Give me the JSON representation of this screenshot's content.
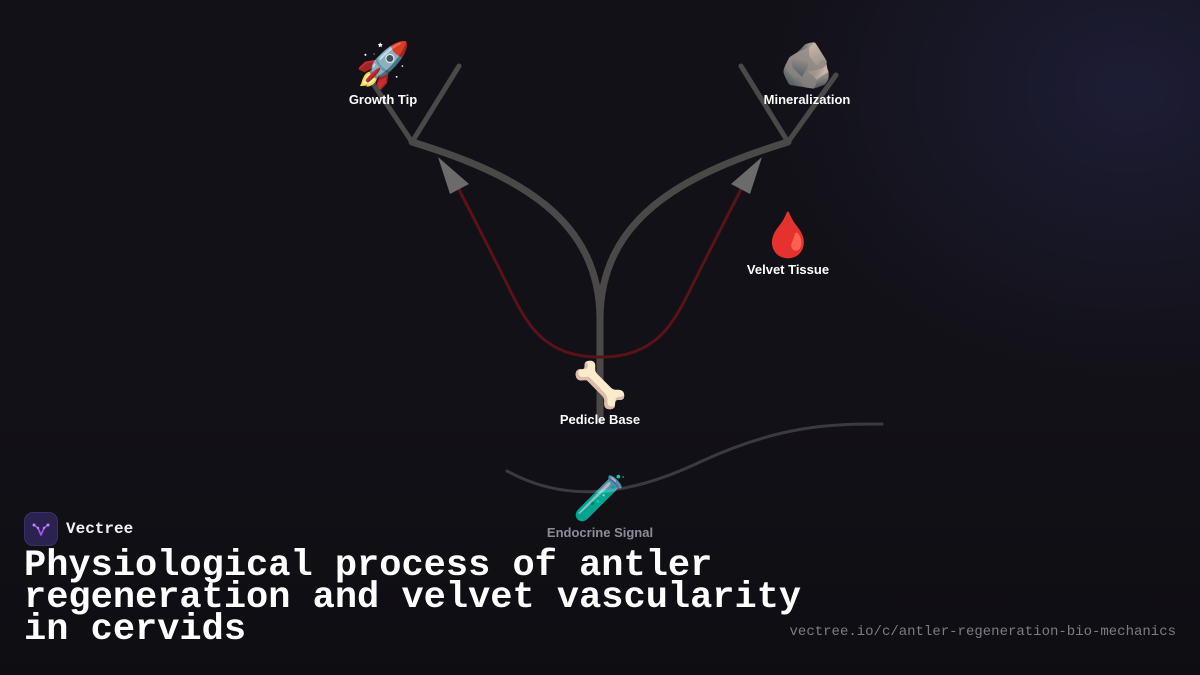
{
  "colors": {
    "background": "#121117",
    "trunk": "#4a4948",
    "vessel": "#5a1218",
    "arrow": "#6b6b6b",
    "signal": "#3b3a3f",
    "label": "#ffffff",
    "label_dim": "#8e8c96",
    "logo_bg": "#2a2350",
    "logo_mark": "#a855f7"
  },
  "nodes": {
    "growth_tip": {
      "label": "Growth Tip",
      "icon": "rocket-icon",
      "glyph": "🚀"
    },
    "mineralization": {
      "label": "Mineralization",
      "icon": "rock-icon",
      "glyph": "🪨"
    },
    "velvet_tissue": {
      "label": "Velvet Tissue",
      "icon": "blood-drop-icon",
      "glyph": "🩸"
    },
    "pedicle_base": {
      "label": "Pedicle Base",
      "icon": "bone-icon",
      "glyph": "🦴"
    },
    "endocrine_signal": {
      "label": "Endocrine Signal",
      "icon": "test-tube-icon",
      "glyph": "🧪"
    }
  },
  "brand": {
    "name": "Vectree",
    "logo_icon": "vectree-logo-icon"
  },
  "title": "Physiological process of antler regeneration and velvet vascularity in cervids",
  "url": "vectree.io/c/antler-regeneration-bio-mechanics"
}
